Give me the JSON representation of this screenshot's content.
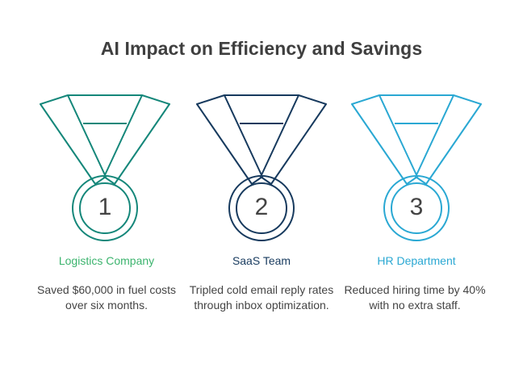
{
  "title": "AI Impact on Efficiency and Savings",
  "items": [
    {
      "number": "1",
      "label": "Logistics Company",
      "description": "Saved $60,000 in fuel costs over six months.",
      "stroke_color": "#15877a",
      "label_color": "#3cb46e"
    },
    {
      "number": "2",
      "label": "SaaS Team",
      "description": "Tripled cold email reply rates through inbox optimization.",
      "stroke_color": "#173a5e",
      "label_color": "#173a5e"
    },
    {
      "number": "3",
      "label": "HR Department",
      "description": "Reduced hiring time by 40% with no extra staff.",
      "stroke_color": "#2aa8d3",
      "label_color": "#2aa8d3"
    }
  ]
}
